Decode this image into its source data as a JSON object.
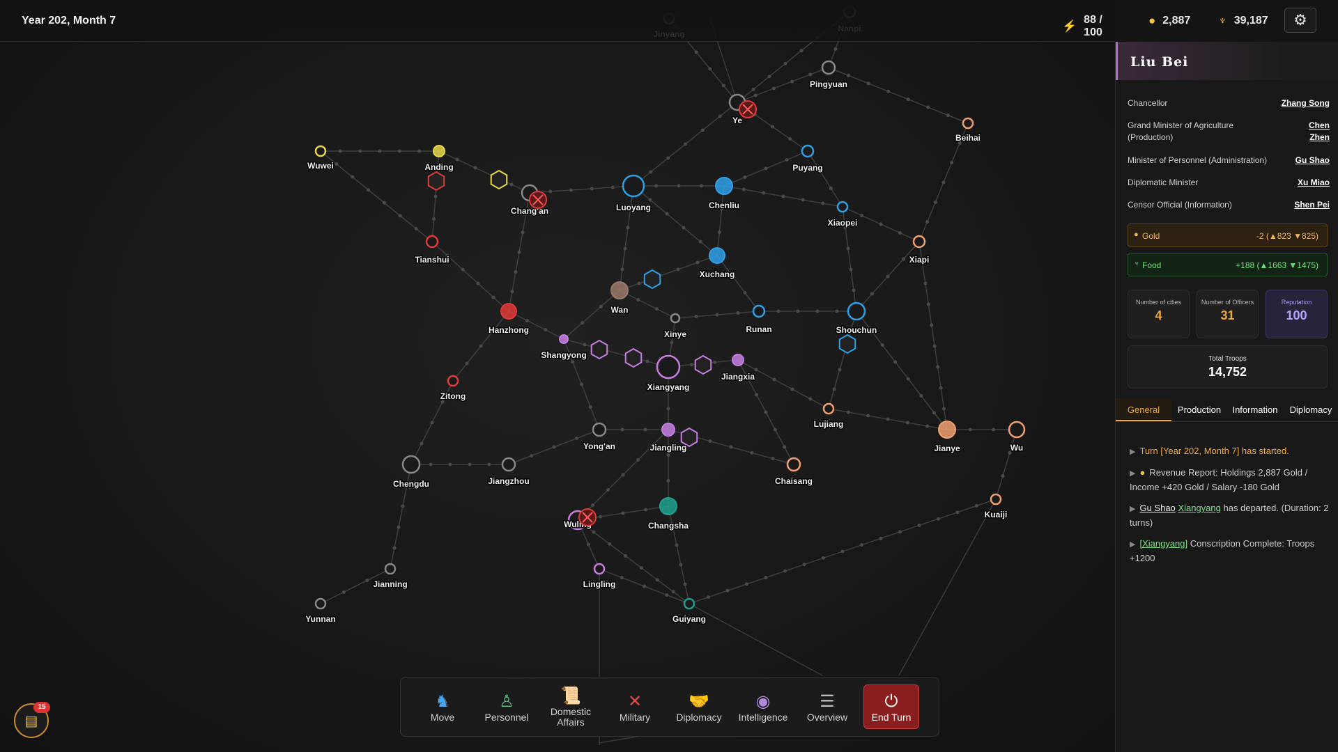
{
  "header": {
    "date": "Year 202, Month 7",
    "action_points": "88 / 100",
    "gold": "2,887",
    "food": "39,187"
  },
  "ruler": {
    "name": "Liu Bei",
    "officers": [
      {
        "role": "Chancellor",
        "name": "Zhang Song"
      },
      {
        "role": "Grand Minister of Agriculture (Production)",
        "name": "Chen Zhen"
      },
      {
        "role": "Minister of Personnel (Administration)",
        "name": "Gu Shao"
      },
      {
        "role": "Diplomatic Minister",
        "name": "Xu Miao"
      },
      {
        "role": "Censor Official (Information)",
        "name": "Shen Pei"
      }
    ],
    "gold_label": "Gold",
    "gold_value": "-2 (▲823 ▼825)",
    "food_label": "Food",
    "food_value": "+188 (▲1663 ▼1475)",
    "stats": [
      {
        "label": "Number of cities",
        "value": "4"
      },
      {
        "label": "Number of Officers",
        "value": "31"
      },
      {
        "label": "Reputation",
        "value": "100"
      }
    ],
    "troops_label": "Total Troops",
    "troops_value": "14,752"
  },
  "tabs": [
    "General",
    "Production",
    "Information",
    "Diplomacy"
  ],
  "log": {
    "e1": "Turn [Year 202, Month 7] has started.",
    "e2": "Revenue Report: Holdings 2,887 Gold / Income +420 Gold / Salary -180 Gold",
    "e3_officer": "Gu Shao",
    "e3_city": "Xiangyang",
    "e3_rest": " has departed. (Duration: 2 turns)",
    "e4_city": "[Xiangyang]",
    "e4_rest": " Conscription Complete: Troops +1200"
  },
  "commands": [
    {
      "label": "Move",
      "icon": "horse-icon"
    },
    {
      "label": "Personnel",
      "icon": "officer-icon"
    },
    {
      "label": "Domestic Affairs",
      "icon": "scroll-icon"
    },
    {
      "label": "Military",
      "icon": "crossed-swords-icon"
    },
    {
      "label": "Diplomacy",
      "icon": "handshake-icon"
    },
    {
      "label": "Intelligence",
      "icon": "spy-icon"
    },
    {
      "label": "Overview",
      "icon": "overview-icon"
    },
    {
      "label": "End Turn",
      "icon": "power-icon"
    }
  ],
  "notification_count": "15",
  "cities": [
    {
      "name": "Jinyang"
    },
    {
      "name": "Nanpi"
    },
    {
      "name": "Pingyuan"
    },
    {
      "name": "Ye"
    },
    {
      "name": "Beihai"
    },
    {
      "name": "Wuwei"
    },
    {
      "name": "Anding"
    },
    {
      "name": "Chang'an"
    },
    {
      "name": "Luoyang"
    },
    {
      "name": "Chenliu"
    },
    {
      "name": "Puyang"
    },
    {
      "name": "Xiaopei"
    },
    {
      "name": "Tianshui"
    },
    {
      "name": "Xuchang"
    },
    {
      "name": "Xiapi"
    },
    {
      "name": "Hanzhong"
    },
    {
      "name": "Wan"
    },
    {
      "name": "Runan"
    },
    {
      "name": "Shouchun"
    },
    {
      "name": "Shangyong"
    },
    {
      "name": "Xinye"
    },
    {
      "name": "Xiangyang"
    },
    {
      "name": "Jiangxia"
    },
    {
      "name": "Zitong"
    },
    {
      "name": "Lujiang"
    },
    {
      "name": "Jianye"
    },
    {
      "name": "Wu"
    },
    {
      "name": "Yong'an"
    },
    {
      "name": "Jiangling"
    },
    {
      "name": "Chengdu"
    },
    {
      "name": "Jiangzhou"
    },
    {
      "name": "Chaisang"
    },
    {
      "name": "Kuaiji"
    },
    {
      "name": "Wuling"
    },
    {
      "name": "Changsha"
    },
    {
      "name": "Jianning"
    },
    {
      "name": "Lingling"
    },
    {
      "name": "Yunnan"
    },
    {
      "name": "Guiyang"
    }
  ],
  "colors": {
    "accent": "#f0a83a",
    "player_purple": "#c57ee0",
    "blue_faction": "#2fa0e8",
    "red_faction": "#e03a3a",
    "yellow_faction": "#e8d84a",
    "orange_faction": "#f0a070",
    "teal_faction": "#20a090",
    "brown_faction": "#9a7a6a",
    "neutral": "#888888"
  }
}
